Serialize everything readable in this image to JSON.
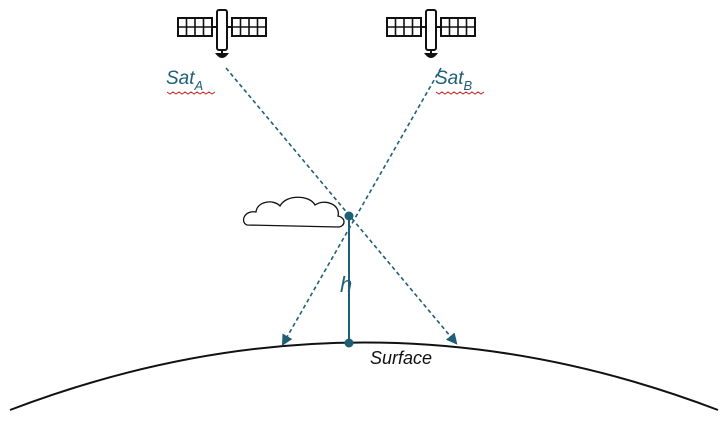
{
  "colors": {
    "accent": "#1f5f75",
    "ink": "#111111",
    "squiggle": "#cc2222"
  },
  "labels": {
    "sat_a_main": "Sat",
    "sat_a_sub": "A",
    "sat_b_main": "Sat",
    "sat_b_sub": "B",
    "height": "h",
    "surface": "Surface"
  },
  "icons": {
    "satellite": "satellite-icon",
    "cloud": "cloud-icon"
  }
}
